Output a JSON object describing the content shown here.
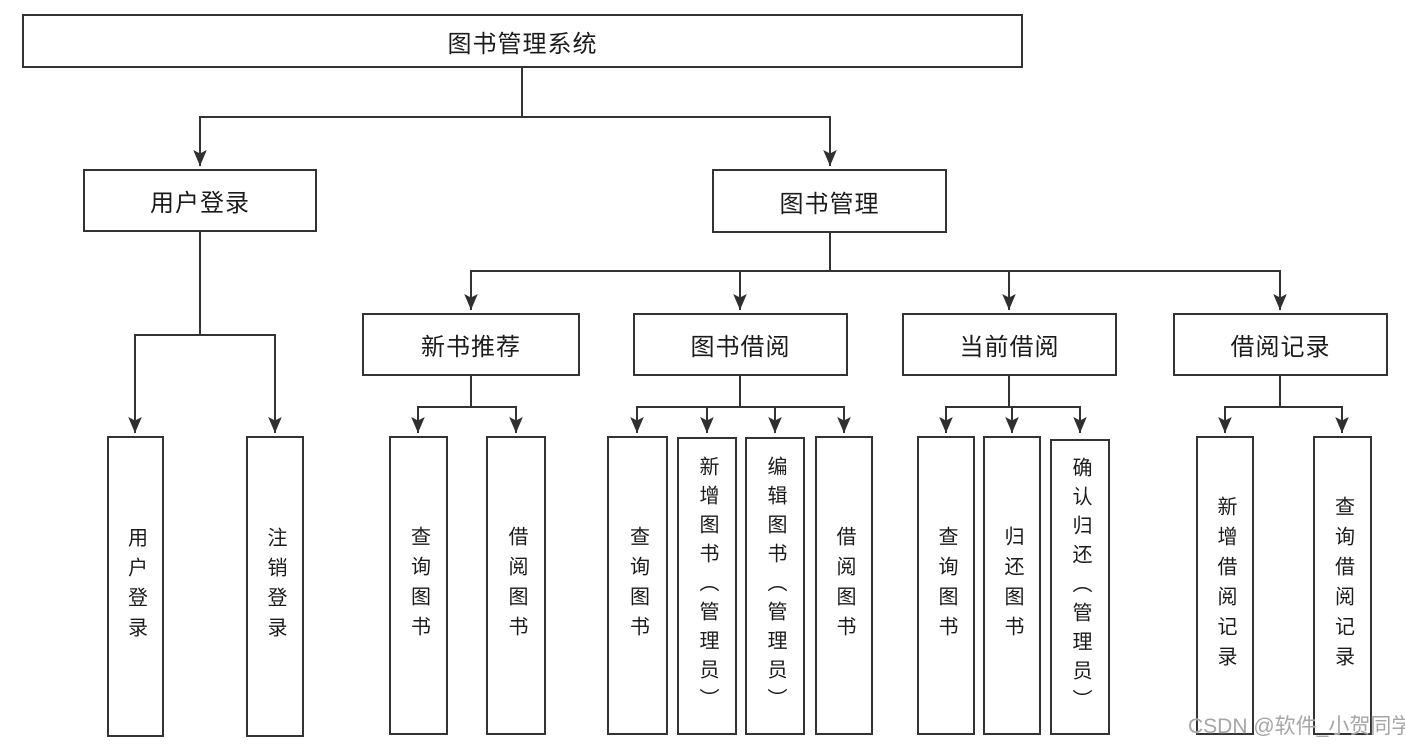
{
  "diagram": {
    "title": "图书管理系统",
    "type": "hierarchy-tree",
    "colors": {
      "background": "#ffffff",
      "line": "#333333",
      "box_border": "#333333",
      "box_fill": "#ffffff",
      "text": "#1b1b1b",
      "watermark": "#a6a6a6"
    },
    "nodes": {
      "root": {
        "label": "图书管理系统"
      },
      "user_login": {
        "label": "用户登录"
      },
      "book_mgmt": {
        "label": "图书管理"
      },
      "new_book": {
        "label": "新书推荐"
      },
      "book_borrow": {
        "label": "图书借阅"
      },
      "current_borrow": {
        "label": "当前借阅"
      },
      "borrow_records": {
        "label": "借阅记录"
      },
      "leaf_user_login": {
        "label": "用户登录"
      },
      "leaf_logout": {
        "label": "注销登录"
      },
      "leaf_newbook_query": {
        "label": "查询图书"
      },
      "leaf_newbook_borrow": {
        "label": "借阅图书"
      },
      "leaf_borrow_query": {
        "label": "查询图书"
      },
      "leaf_borrow_add": {
        "label": "新增图书（管理员）"
      },
      "leaf_borrow_edit": {
        "label": "编辑图书（管理员）"
      },
      "leaf_borrow_borrow": {
        "label": "借阅图书"
      },
      "leaf_current_query": {
        "label": "查询图书"
      },
      "leaf_current_return": {
        "label": "归还图书"
      },
      "leaf_current_confirm": {
        "label": "确认归还（管理员）"
      },
      "leaf_records_add": {
        "label": "新增借阅记录"
      },
      "leaf_records_query": {
        "label": "查询借阅记录"
      }
    },
    "hierarchy": {
      "图书管理系统": {
        "用户登录": [
          "用户登录",
          "注销登录"
        ],
        "图书管理": {
          "新书推荐": [
            "查询图书",
            "借阅图书"
          ],
          "图书借阅": [
            "查询图书",
            "新增图书（管理员）",
            "编辑图书（管理员）",
            "借阅图书"
          ],
          "当前借阅": [
            "查询图书",
            "归还图书",
            "确认归还（管理员）"
          ],
          "借阅记录": [
            "新增借阅记录",
            "查询借阅记录"
          ]
        }
      }
    },
    "watermark": {
      "text": "CSDN @软件_小贺同学"
    }
  }
}
